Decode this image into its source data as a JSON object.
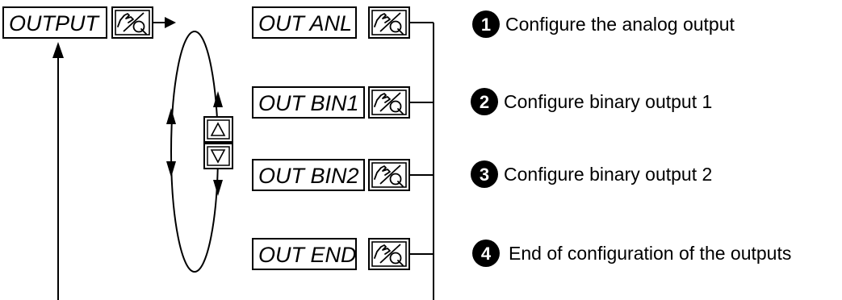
{
  "root_menu": {
    "label": "OUTPUT",
    "key_icon": "hand-key-icon"
  },
  "nav_keys": {
    "up_icon": "up-arrow-key-icon",
    "down_icon": "down-arrow-key-icon"
  },
  "menu_items": [
    {
      "label": "OUT ANL",
      "number": "1",
      "description": "Configure the analog output",
      "key_icon": "hand-key-icon"
    },
    {
      "label": "OUT BIN1",
      "number": "2",
      "description": "Configure binary output 1",
      "key_icon": "hand-key-icon"
    },
    {
      "label": "OUT BIN2",
      "number": "3",
      "description": "Configure binary output 2",
      "key_icon": "hand-key-icon"
    },
    {
      "label": "OUT END",
      "number": "4",
      "description": "End of configuration of the outputs",
      "key_icon": "hand-key-icon"
    }
  ]
}
